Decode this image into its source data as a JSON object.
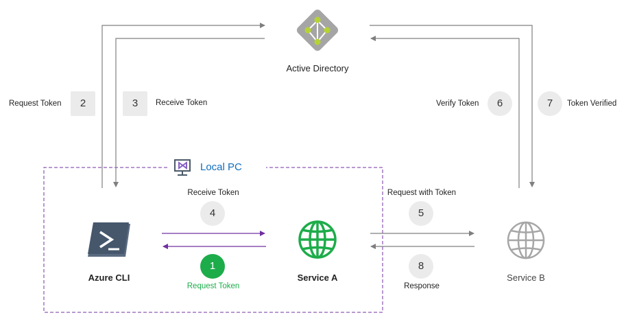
{
  "nodes": {
    "active_directory": "Active Directory",
    "azure_cli": "Azure CLI",
    "service_a": "Service A",
    "service_b": "Service B",
    "local_pc": "Local PC"
  },
  "steps": [
    {
      "number": "1",
      "label": "Request Token"
    },
    {
      "number": "2",
      "label": "Request Token"
    },
    {
      "number": "3",
      "label": "Receive Token"
    },
    {
      "number": "4",
      "label": "Receive Token"
    },
    {
      "number": "5",
      "label": "Request with Token"
    },
    {
      "number": "6",
      "label": "Verify Token"
    },
    {
      "number": "7",
      "label": "Token Verified"
    },
    {
      "number": "8",
      "label": "Response"
    }
  ],
  "colors": {
    "arrow_gray": "#7f7f7f",
    "arrow_purple": "#7030a0",
    "local_pc_border": "#7030a0",
    "local_pc_text": "#106ebe",
    "service_a_green": "#1dac4a",
    "service_b_gray": "#a6a6a6",
    "ad_diamond": "#a5a5a5",
    "ad_dots": "#b5d334",
    "cli_dark": "#46576c"
  },
  "icons": {
    "active_directory": "active-directory-icon",
    "azure_cli": "powershell-terminal-icon",
    "service_a": "globe-icon",
    "service_b": "globe-icon",
    "local_pc": "visual-studio-monitor-icon"
  }
}
